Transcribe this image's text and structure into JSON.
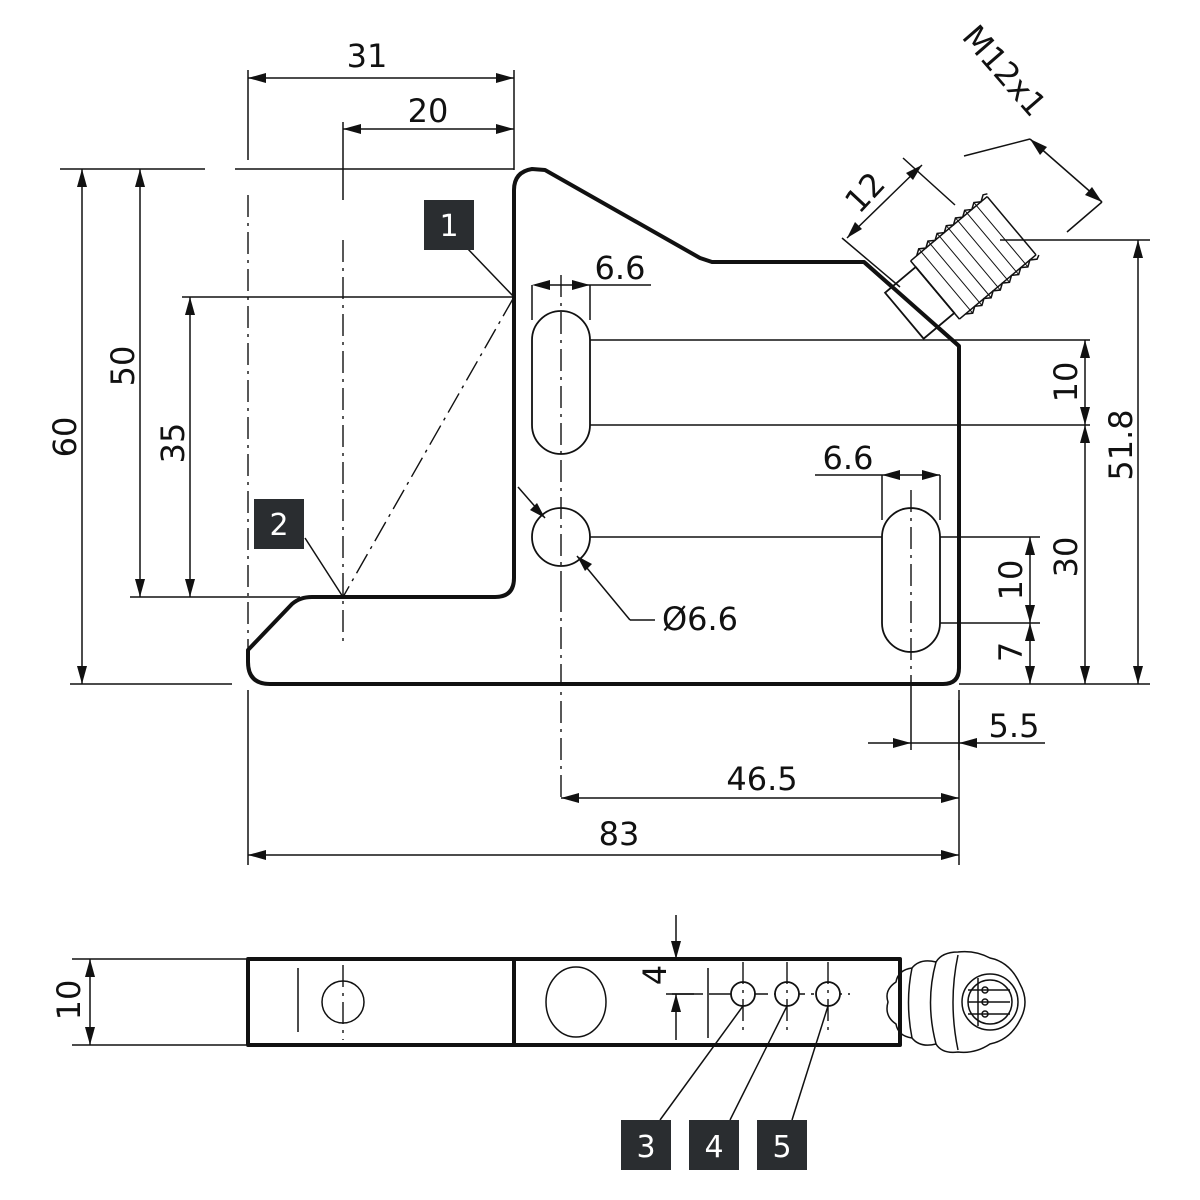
{
  "dimensions": {
    "width_31": "31",
    "width_20": "20",
    "height_60": "60",
    "height_50": "50",
    "height_35": "35",
    "slot_width_top": "6.6",
    "slot_width_right": "6.6",
    "hole_diameter": "Ø6.6",
    "slot_length_top": "10",
    "height_51_8": "51.8",
    "height_30": "30",
    "slot_length_right": "10",
    "offset_7": "7",
    "offset_5_5": "5.5",
    "distance_46_5": "46.5",
    "total_width_83": "83",
    "connector_thread": "M12x1",
    "connector_length_12": "12",
    "thickness_10": "10",
    "led_offset_4": "4"
  },
  "callouts": [
    "1",
    "2",
    "3",
    "4",
    "5"
  ],
  "colors": {
    "line": "#111111",
    "callout_bg": "#2a2d30",
    "callout_text": "#ffffff"
  }
}
